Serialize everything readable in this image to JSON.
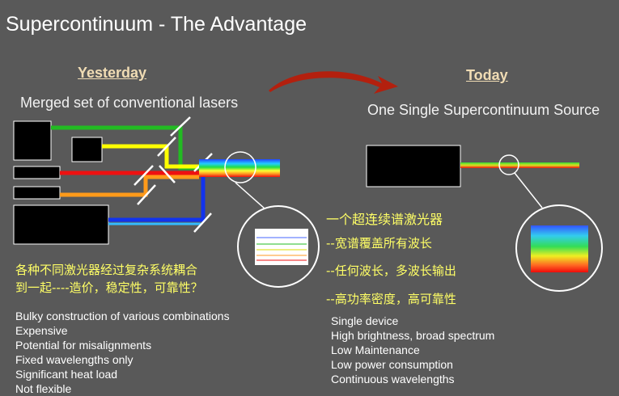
{
  "title": "Supercontinuum  - The Advantage",
  "left": {
    "heading": "Yesterday",
    "subtitle": "Merged set of conventional lasers",
    "chinese_note_line1": "各种不同激光器经过复杂系统耦合",
    "chinese_note_line2": "到一起----造价，稳定性，可靠性？",
    "items": [
      "Bulky construction of various combinations",
      "Expensive",
      "Potential for misalignments",
      "Fixed wavelengths only",
      "Significant heat load",
      "Not flexible"
    ]
  },
  "right": {
    "heading": "Today",
    "subtitle": "One Single Supercontinuum Source",
    "chinese_lines": [
      "一个超连续谱激光器",
      "--宽谱覆盖所有波长",
      "--任何波长，多波长输出",
      "--高功率密度，高可靠性"
    ],
    "items": [
      "Single device",
      "High brightness, broad spectrum",
      "Low Maintenance",
      "Low power consumption",
      "Continuous wavelengths"
    ]
  },
  "colors": {
    "background": "#595959",
    "arrow": "#b3200e",
    "green_beam": "#22bb22",
    "yellow_beam": "#ffff00",
    "red_beam": "#ee1111",
    "orange_beam": "#ff9a1a",
    "blue_beam": "#1133ee",
    "cyan_beam": "#33bbff"
  }
}
